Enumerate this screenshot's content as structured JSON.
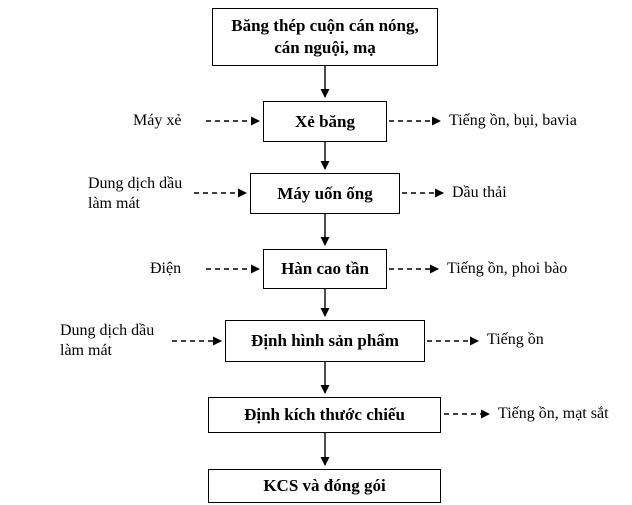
{
  "flow": {
    "description": "Production process flowchart with inputs and emissions",
    "steps": [
      {
        "label": "Băng thép cuộn cán nóng, cán nguội, mạ"
      },
      {
        "label": "Xẻ băng",
        "input": "Máy xẻ",
        "output": "Tiếng ồn, bụi, bavia"
      },
      {
        "label": "Máy uốn ống",
        "input": "Dung dịch dầu làm mát",
        "output": "Dầu thải"
      },
      {
        "label": "Hàn cao tần",
        "input": "Điện",
        "output": "Tiếng ồn, phoi bào"
      },
      {
        "label": "Định hình sản phẩm",
        "input": "Dung dịch dầu làm mát",
        "output": "Tiếng ồn"
      },
      {
        "label": "Định kích thước chiếu",
        "output": "Tiếng ồn, mạt sắt"
      },
      {
        "label": "KCS và đóng gói"
      }
    ],
    "colors": {
      "background": "#ffffff",
      "line": "#000000",
      "box_border": "#000000",
      "text": "#000000"
    }
  }
}
